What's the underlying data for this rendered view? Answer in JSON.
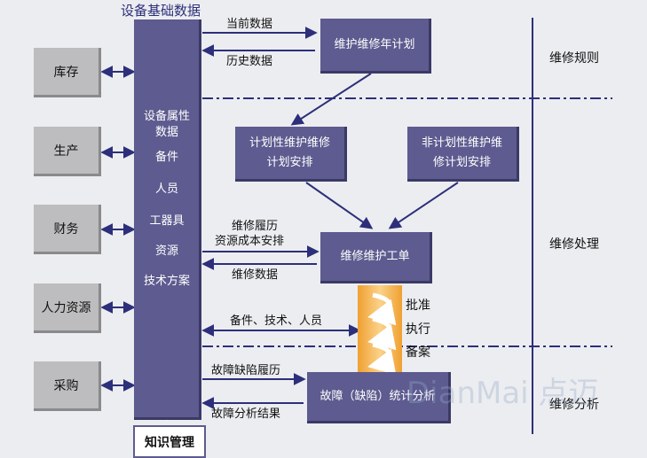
{
  "title": "设备基础数据",
  "left_modules": [
    {
      "id": "inventory",
      "label": "库存"
    },
    {
      "id": "production",
      "label": "生产"
    },
    {
      "id": "finance",
      "label": "财务"
    },
    {
      "id": "hr",
      "label": "人力资源"
    },
    {
      "id": "purchase",
      "label": "采购"
    }
  ],
  "main_items": [
    "设备属性",
    "数据",
    "备件",
    "人员",
    "工器具",
    "资源",
    "技术方案"
  ],
  "bottom_box": "知识管理",
  "boxes": {
    "annual_plan": "维护维修年计划",
    "planned_schedule": [
      "计划性维护维修",
      "计划安排"
    ],
    "unplanned_schedule": [
      "非计划性维护维",
      "修计划安排"
    ],
    "work_order": "维修维护工单",
    "fault_stats": "故障（缺陷）统计分析"
  },
  "arrow_labels": {
    "current_data": "当前数据",
    "history_data": "历史数据",
    "maint_history": "维修履历",
    "resource_cost": "资源成本安排",
    "maint_data": "维修数据",
    "parts_tech_staff": "备件、技术、人员",
    "fault_history": "故障缺陷履历",
    "fault_result": "故障分析结果"
  },
  "process_steps": [
    "批准",
    "执行",
    "备案"
  ],
  "sections": [
    "维修规则",
    "维修处理",
    "维修分析"
  ],
  "watermark": "DianMai 点迈",
  "colors": {
    "box": "#5d5b8f",
    "module": "#bdbdbf",
    "accent": "#f2a33a",
    "line": "#2d2f7a"
  }
}
